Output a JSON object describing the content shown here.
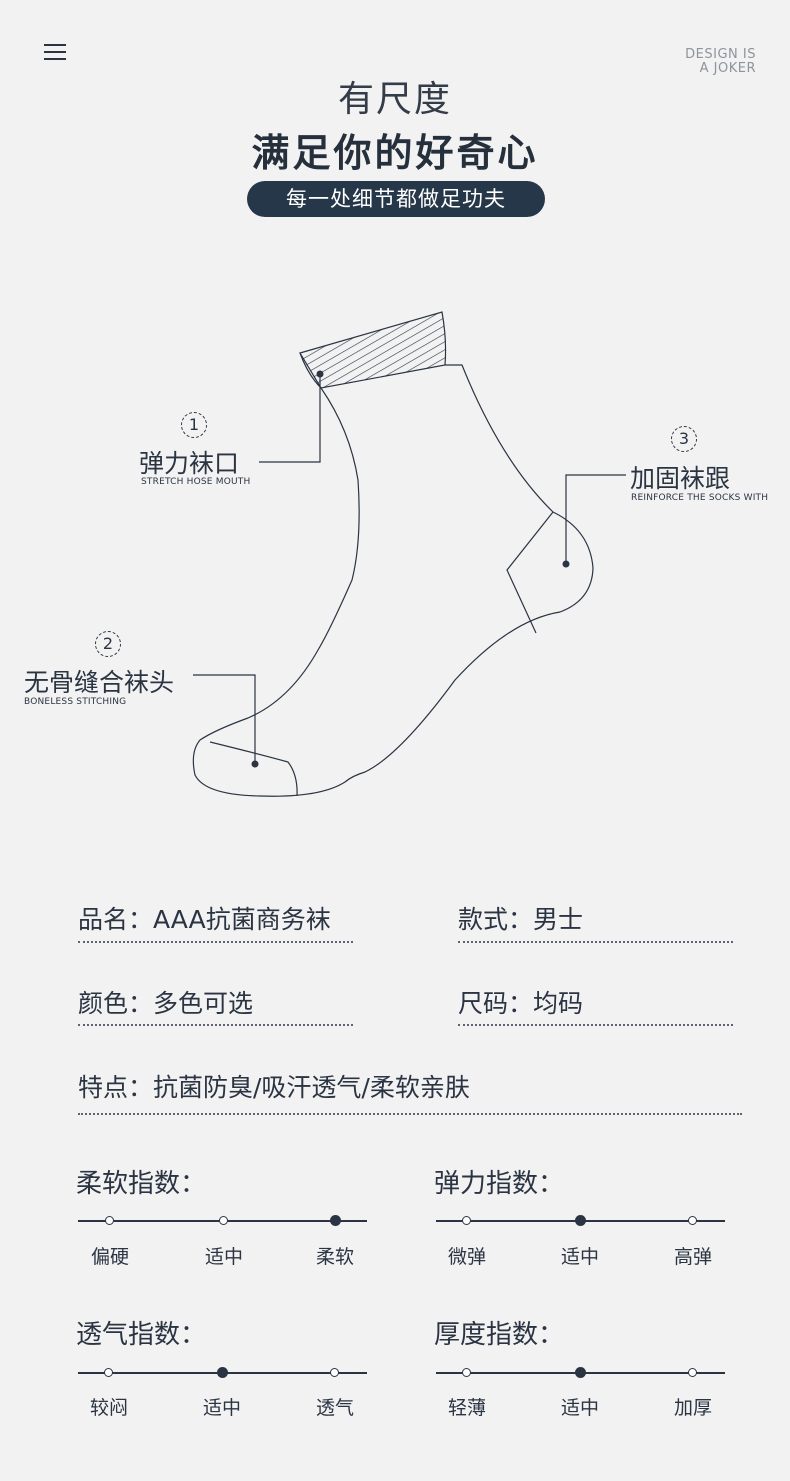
{
  "header": {
    "brand_line1": "DESIGN IS",
    "brand_line2": "A JOKER",
    "subtitle": "有尺度",
    "title": "满足你的好奇心",
    "tagline": "每一处细节都做足功夫"
  },
  "annotations": [
    {
      "num": "1",
      "cn": "弹力袜口",
      "en": "STRETCH HOSE MOUTH"
    },
    {
      "num": "2",
      "cn": "无骨缝合袜头",
      "en": "BONELESS STITCHING"
    },
    {
      "num": "3",
      "cn": "加固袜跟",
      "en": "REINFORCE THE SOCKS WITH"
    }
  ],
  "specs": {
    "name": "品名：AAA抗菌商务袜",
    "style": "款式：男士",
    "color": "颜色：多色可选",
    "size": "尺码：均码",
    "feature": "特点：抗菌防臭/吸汗透气/柔软亲肤"
  },
  "indices": [
    {
      "title": "柔软指数：",
      "levels": [
        "偏硬",
        "适中",
        "柔软"
      ],
      "selected": 2
    },
    {
      "title": "弹力指数：",
      "levels": [
        "微弹",
        "适中",
        "高弹"
      ],
      "selected": 1
    },
    {
      "title": "透气指数：",
      "levels": [
        "较闷",
        "适中",
        "透气"
      ],
      "selected": 1
    },
    {
      "title": "厚度指数：",
      "levels": [
        "轻薄",
        "适中",
        "加厚"
      ],
      "selected": 1
    }
  ]
}
